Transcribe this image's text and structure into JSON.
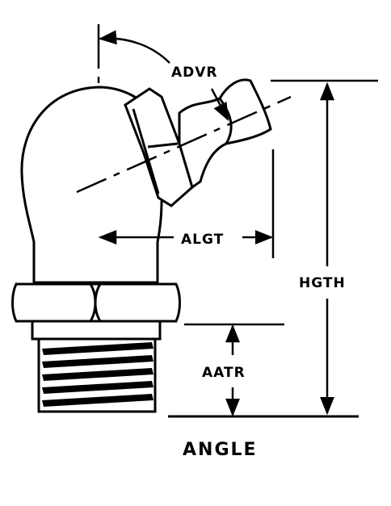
{
  "labels": {
    "advr": "ADVR",
    "algt": "ALGT",
    "hgth": "HGTH",
    "aatr": "AATR"
  },
  "caption": "ANGLE",
  "colors": {
    "ink": "#000000",
    "paper": "#ffffff"
  }
}
